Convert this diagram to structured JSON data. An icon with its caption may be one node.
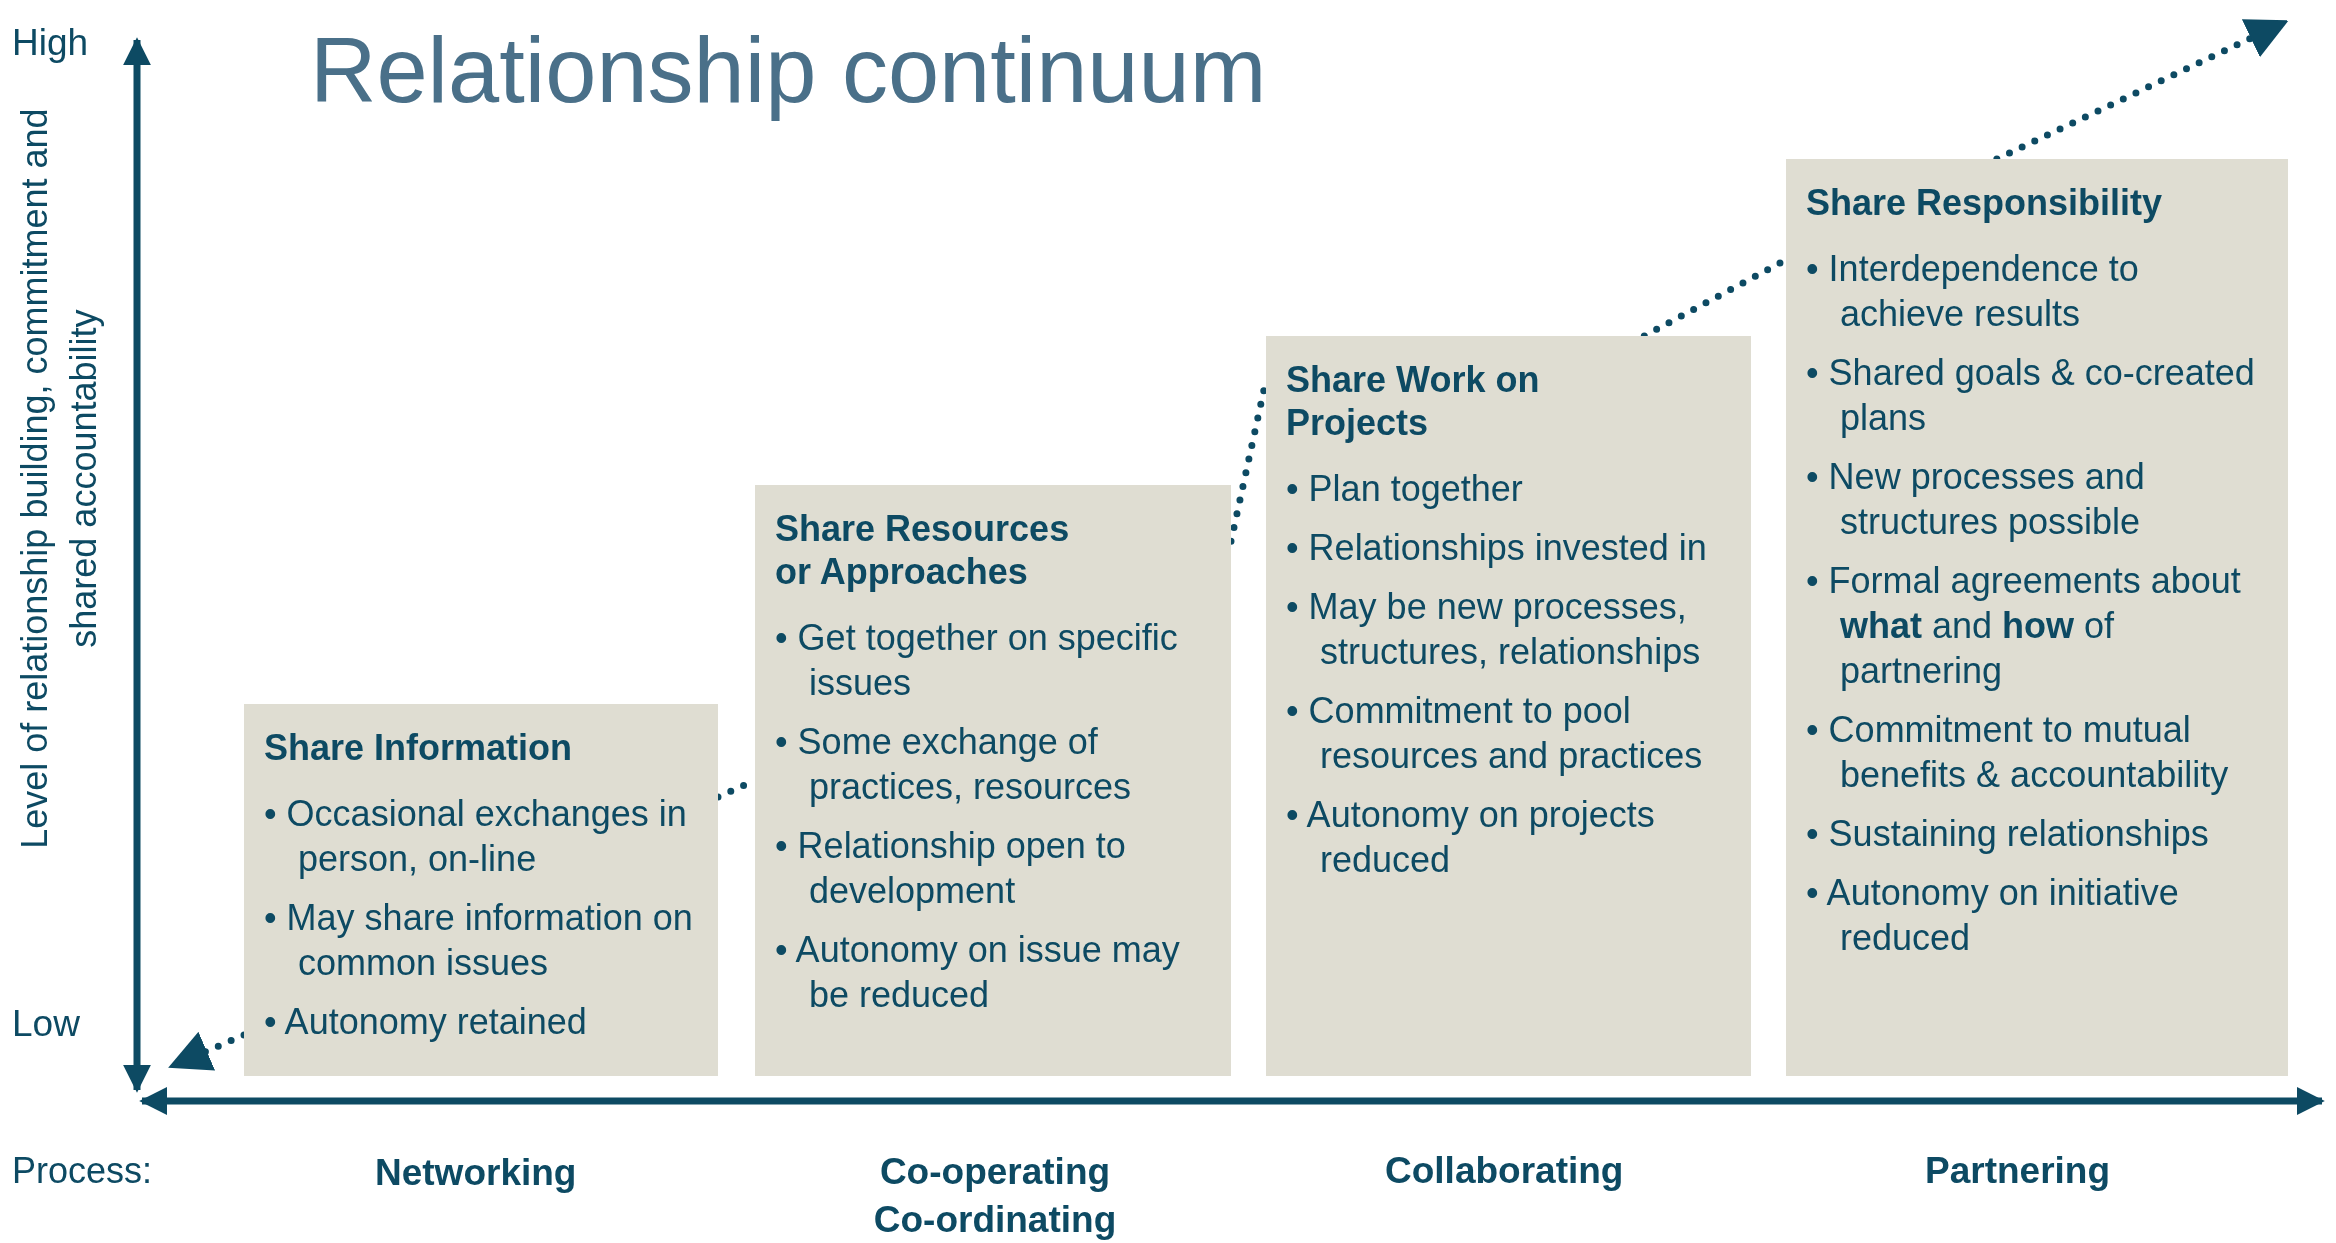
{
  "diagram": {
    "title": "Relationship continuum",
    "nodes": [
      {
        "text": [
          "Share Information",
          "• Occasional exchanges in person, on-line",
          "• May share information on common issues",
          "• Autonomy retained"
        ]
      },
      {
        "text": [
          "Share Resources or Approaches",
          "• Get together on specific issues",
          "• Some exchange of practices, resources",
          "• Relationship open to development",
          "• Autonomy on issue may be reduced"
        ]
      },
      {
        "text": [
          "Share Work on Projects",
          "• Plan together",
          "• Relationships invested in",
          "• May be new processes, structures, relationships",
          "• Commitment to pool resources and practices",
          "• Autonomy on projects reduced"
        ]
      },
      {
        "text": [
          "Share Responsibility",
          "• Interdependence to achieve results",
          "• Shared goals & co-created plans",
          "• New processes and structures possible",
          "• Formal agreements about **what** and **how** of partnering",
          "• Commitment to mutual benefits & accountability",
          "• Sustaining relationships",
          "• Autonomy on initiative reduced"
        ]
      }
    ],
    "edges": [
      {
        "from": 0,
        "to": null,
        "arrow": "to",
        "style": "dashed"
      },
      {
        "from": 0,
        "to": 1,
        "arrow": "none",
        "style": "dashed"
      },
      {
        "from": 1,
        "to": 2,
        "arrow": "none",
        "style": "dashed"
      },
      {
        "from": 2,
        "to": 3,
        "arrow": "none",
        "style": "dashed"
      },
      {
        "from": 3,
        "to": null,
        "arrow": "to",
        "style": "dashed"
      }
    ],
    "labels": [
      "High",
      "Level of relationship building, commitment and shared accountability",
      "Low",
      "Process:",
      "Networking",
      "Co-operating Co-ordinating",
      "Collaborating",
      "Partnering"
    ]
  }
}
